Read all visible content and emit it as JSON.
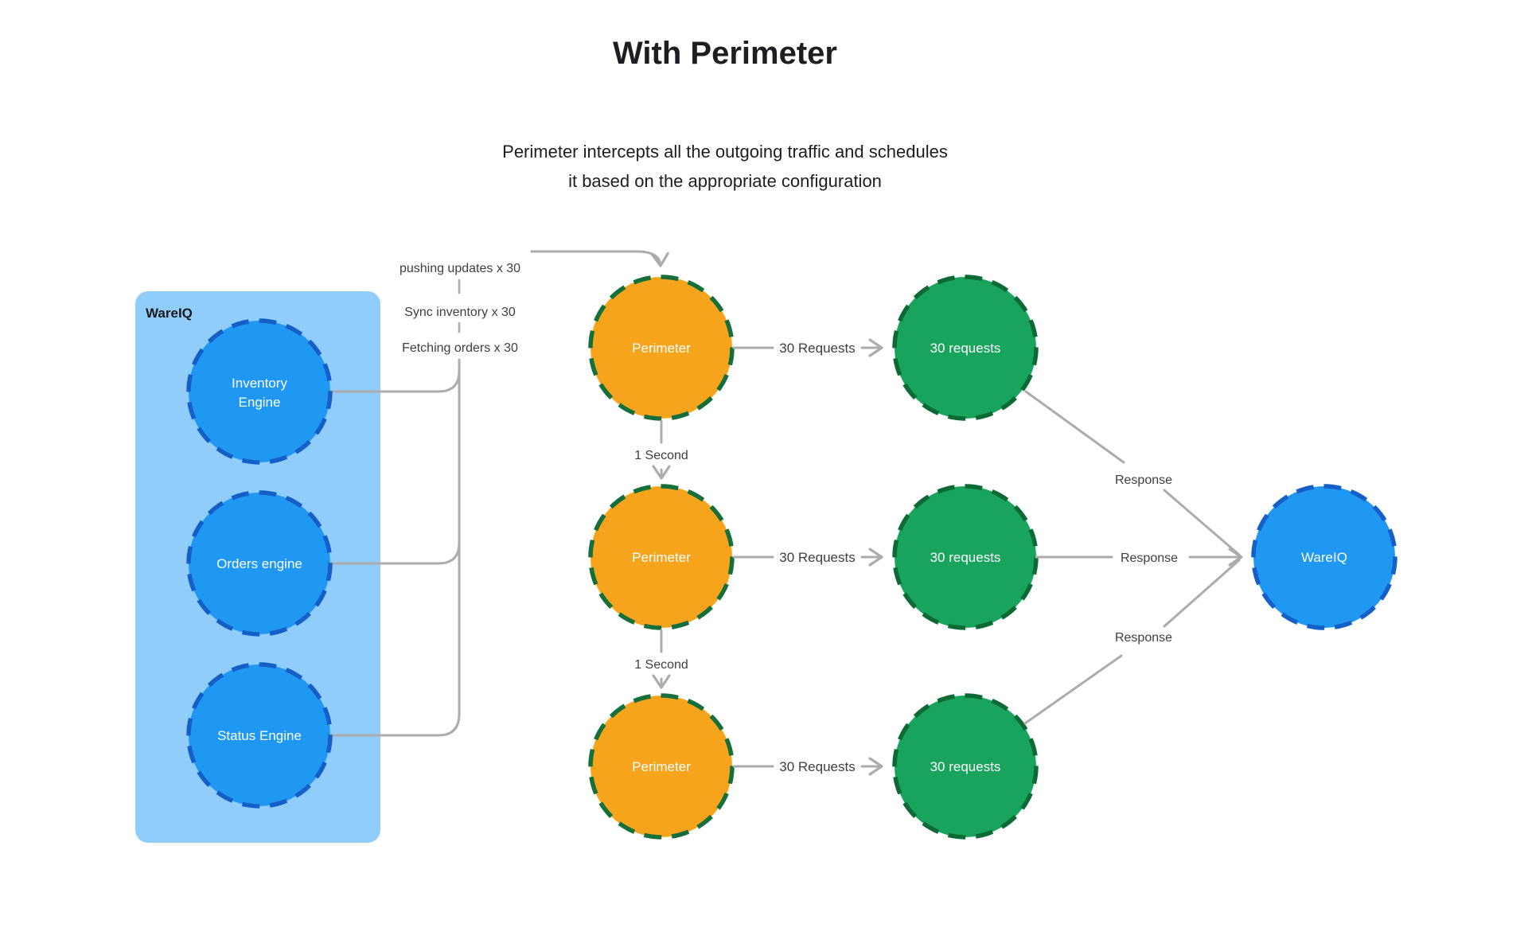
{
  "title": "With Perimeter",
  "subtitle": {
    "line1": "Perimeter intercepts all the outgoing traffic and schedules",
    "line2": "it based on the appropriate configuration"
  },
  "group": {
    "label": "WareIQ",
    "nodes": [
      {
        "label": "Inventory Engine",
        "line1": "Inventory",
        "line2": "Engine"
      },
      {
        "label": "Orders engine"
      },
      {
        "label": "Status Engine"
      }
    ]
  },
  "flow_labels": {
    "pushing": "pushing updates x 30",
    "sync": "Sync inventory x 30",
    "fetching": "Fetching orders x 30"
  },
  "perimeter": {
    "label": "Perimeter",
    "count": 3
  },
  "requests_node": {
    "label": "30 requests",
    "count": 3
  },
  "edges": {
    "requests": "30 Requests",
    "delay": "1 Second",
    "response": "Response"
  },
  "target": {
    "label": "WareIQ"
  },
  "colors": {
    "canvas_bg": "#FFFFFF",
    "group_box": "#90CDFA",
    "node_blue": "#1E98F3",
    "node_blue_border": "#1560C8",
    "node_orange": "#F6A41C",
    "node_orange_border": "#156F3A",
    "node_green": "#18A45C",
    "node_green_border": "#0C6B34",
    "edge_gray": "#ACACAC",
    "label_text": "#3C4043",
    "heading_text": "#1C1E21",
    "node_text": "#FFFFFF"
  }
}
